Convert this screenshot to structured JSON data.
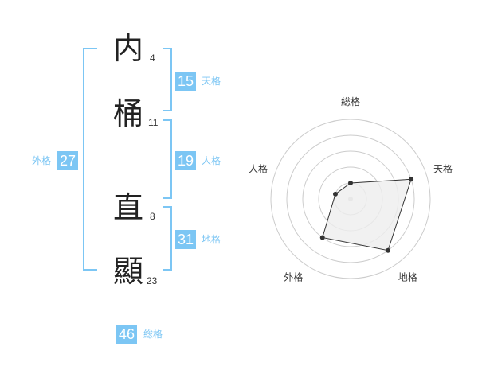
{
  "name_chars": [
    {
      "char": "内",
      "strokes": "4"
    },
    {
      "char": "桶",
      "strokes": "11"
    },
    {
      "char": "直",
      "strokes": "8"
    },
    {
      "char": "顯",
      "strokes": "23"
    }
  ],
  "fortunes": {
    "tenkaku": {
      "value": "15",
      "label": "天格"
    },
    "jinkaku": {
      "value": "19",
      "label": "人格"
    },
    "chikaku": {
      "value": "31",
      "label": "地格"
    },
    "gaikaku": {
      "value": "27",
      "label": "外格"
    },
    "soukaku": {
      "value": "46",
      "label": "総格"
    }
  },
  "colors": {
    "accent": "#7cc6f4",
    "polygon_fill": "#eeeeee",
    "ring": "#cccccc"
  },
  "chart_data": {
    "type": "radar",
    "axes": [
      "総格",
      "天格",
      "地格",
      "外格",
      "人格"
    ],
    "max": 5,
    "rings": 5,
    "values": [
      1,
      4,
      4,
      3,
      1
    ]
  }
}
